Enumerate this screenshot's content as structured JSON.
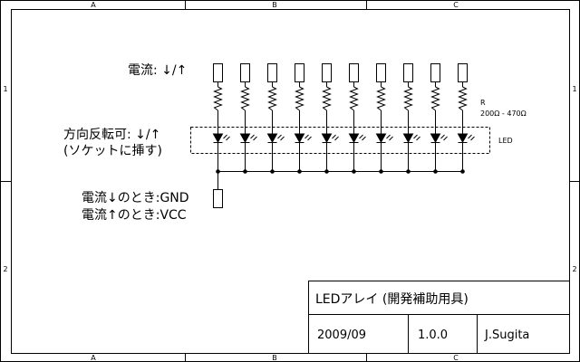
{
  "frame": {
    "columns": [
      "A",
      "B",
      "C"
    ],
    "rows": [
      "1",
      "2"
    ]
  },
  "notes": {
    "current": "電流: ↓/↑",
    "reversible_line1": "方向反転可: ↓/↑",
    "reversible_line2": "(ソケットに挿す)",
    "gnd_line": "電流↓のとき:GND",
    "vcc_line": "電流↑のとき:VCC"
  },
  "components": {
    "resistor_ref": "R",
    "resistor_value": "200Ω - 470Ω",
    "led_label": "LED",
    "led_count": 10
  },
  "title_block": {
    "title": "LEDアレイ (開発補助用具)",
    "date": "2009/09",
    "version": "1.0.0",
    "author": "J.Sugita"
  },
  "colors": {
    "line": "#000000",
    "background": "#ffffff"
  }
}
